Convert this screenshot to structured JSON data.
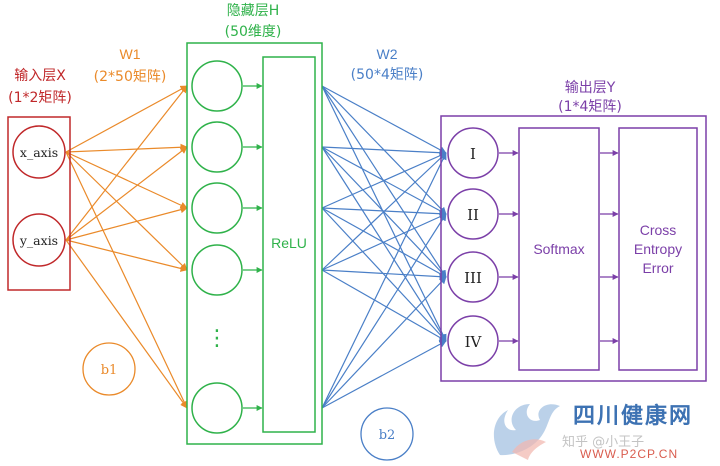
{
  "colors": {
    "input": "#c0282a",
    "hidden": "#2fb24a",
    "output": "#7b3fa8",
    "w1": "#ea8a2a",
    "w2": "#4a7fc7",
    "watermark_blue": "#1c5aa6",
    "watermark_red": "#d34030",
    "watermark_gray": "#b9b9b9"
  },
  "input_layer": {
    "title": "输入层X",
    "shape": "(1*2矩阵)",
    "nodes": [
      "x_axis",
      "y_axis"
    ]
  },
  "w1": {
    "title": "W1",
    "shape": "(2*50矩阵)"
  },
  "b1": "b1",
  "hidden_layer": {
    "title": "隐藏层H",
    "shape": "(50维度)",
    "activation": "ReLU",
    "ellipsis": "⋮"
  },
  "w2": {
    "title": "W2",
    "shape": "(50*4矩阵)"
  },
  "b2": "b2",
  "output_layer": {
    "title": "输出层Y",
    "shape": "(1*4矩阵)",
    "nodes": [
      "I",
      "II",
      "III",
      "IV"
    ],
    "softmax": "Softmax",
    "loss": [
      "Cross",
      "Entropy",
      "Error"
    ]
  },
  "watermark": {
    "brand": "四川健康网",
    "domain": "WWW.P2CP.CN",
    "zhihu": "知乎 @小王子"
  }
}
